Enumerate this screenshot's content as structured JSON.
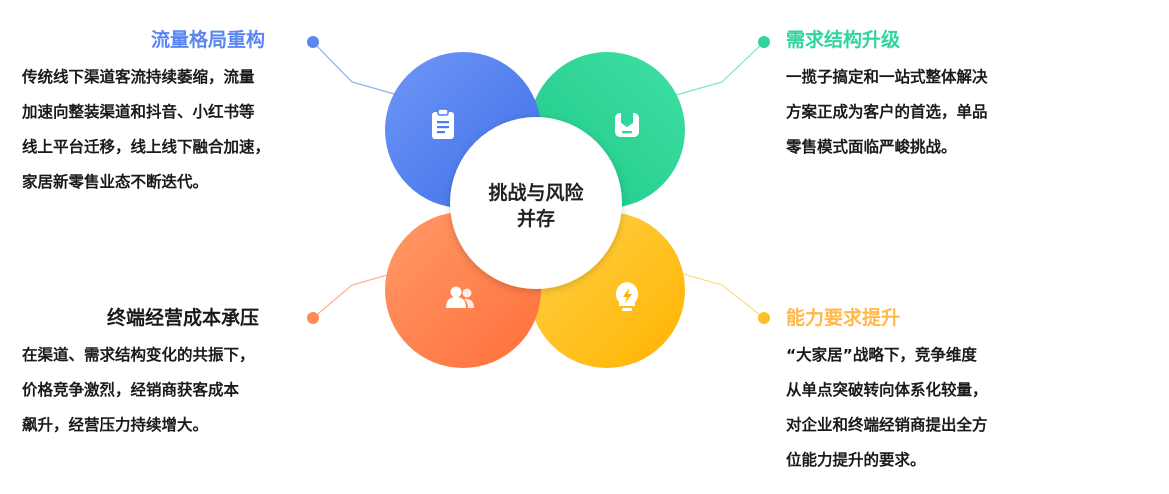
{
  "center": {
    "line1": "挑战与风险",
    "line2": "并存"
  },
  "quadrants": [
    {
      "id": "traffic",
      "title": "流量格局重构",
      "color": "#5b86f2",
      "icon": "clipboard-icon",
      "lines": [
        "传统线下渠道客流持续萎缩，流量",
        "加速向整装渠道和抖音、小红书等",
        "线上平台迁移，线上线下融合加速，",
        "家居新零售业态不断迭代。"
      ]
    },
    {
      "id": "demand",
      "title": "需求结构升级",
      "color": "#2fd59a",
      "icon": "badge-icon",
      "lines": [
        "一揽子搞定和一站式整体解决",
        "方案正成为客户的首选，单品",
        "零售模式面临严峻挑战。"
      ]
    },
    {
      "id": "cost",
      "title": "终端经营成本承压",
      "color": "#ff8a56",
      "icon": "users-icon",
      "lines": [
        "在渠道、需求结构变化的共振下，",
        "价格竞争激烈，经销商获客成本",
        "飙升，经营压力持续增大。"
      ]
    },
    {
      "id": "capability",
      "title": "能力要求提升",
      "color": "#ffbf2a",
      "icon": "lightning-icon",
      "lines": [
        "“大家居”战略下，竞争维度",
        "从单点突破转向体系化较量，",
        "对企业和终端经销商提出全方",
        "位能力提升的要求。"
      ]
    }
  ]
}
